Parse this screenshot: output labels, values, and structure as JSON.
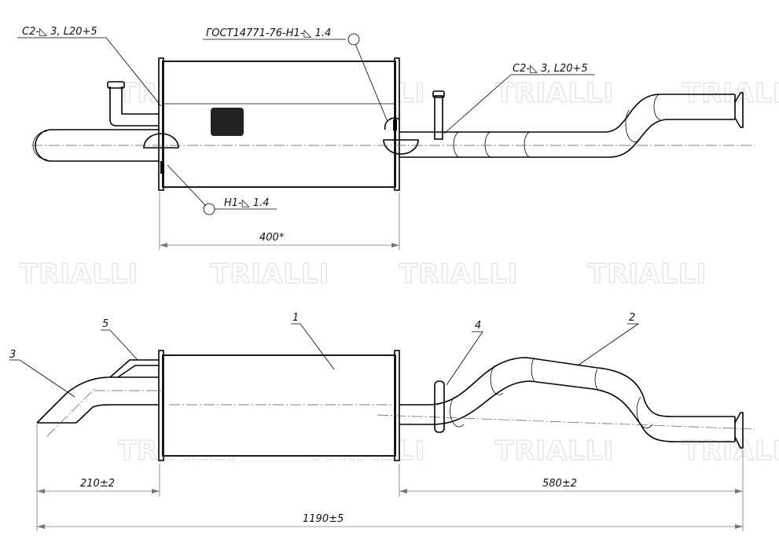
{
  "watermark": "TRIALLI",
  "top_view": {
    "weld_left": "C2-◺ 3, L20+5",
    "weld_gost": "ГОСТ14771-76-Н1-◺ 1.4",
    "weld_right": "C2-◺ 3, L20+5",
    "weld_bottom": "Н1-◺ 1.4",
    "dim_body": "400*"
  },
  "side_view": {
    "callouts": [
      "1",
      "2",
      "3",
      "4",
      "5"
    ],
    "dim_inlet": "210±2",
    "dim_outlet": "580±2",
    "dim_total": "1190±5"
  }
}
